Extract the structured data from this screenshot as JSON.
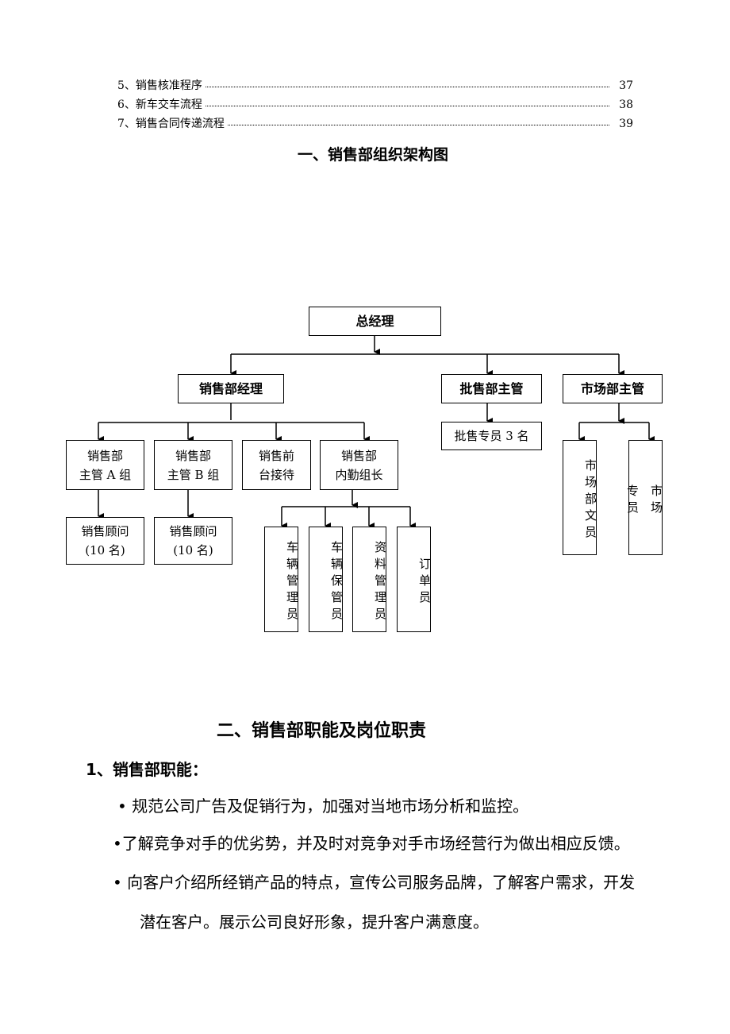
{
  "toc": [
    {
      "label": "5、销售核准程序",
      "page": "37"
    },
    {
      "label": "6、新车交车流程",
      "page": "38"
    },
    {
      "label": "7、销售合同传递流程",
      "page": "39"
    }
  ],
  "section1_title": "一、销售部组织架构图",
  "org": {
    "gm": "总经理",
    "sales_manager": "销售部经理",
    "wholesale_supervisor": "批售部主管",
    "market_supervisor": "市场部主管",
    "group_a": "销售部\n主管 A 组",
    "group_b": "销售部\n主管 B 组",
    "front_desk": "销售前\n台接待",
    "internal_lead": "销售部\n内勤组长",
    "wholesale_staff": "批售专员 3 名",
    "consultant_a": "销售顾问\n(10 名)",
    "consultant_b": "销售顾问\n(10 名)",
    "vehicle_mgmt": "车辆管理员",
    "vehicle_keep": "车辆保管员",
    "data_mgmt": "资料管理员",
    "order_clerk": "订单员",
    "market_clerk": "市场部文员",
    "market_specialist": "市场\n\n专员"
  },
  "section2_title": "二、销售部职能及岗位职责",
  "sub1_title": "1、销售部职能：",
  "bullets": [
    "• 规范公司广告及促销行为，加强对当地市场分析和监控。",
    "•了解竞争对手的优劣势，并及时对竞争对手市场经营行为做出相应反馈。",
    "• 向客户介绍所经销产品的特点，宣传公司服务品牌，了解客户需求，开发",
    "潜在客户。展示公司良好形象，提升客户满意度。"
  ]
}
